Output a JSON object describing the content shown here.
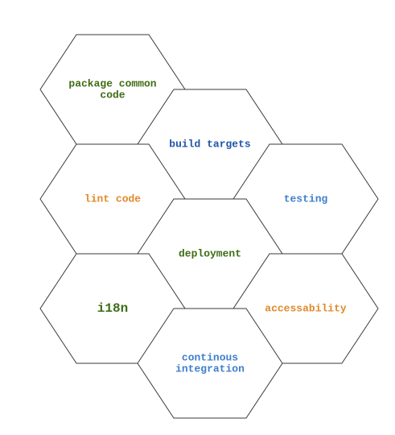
{
  "diagram": {
    "nodes": [
      {
        "id": "package-common-code",
        "lines": [
          "package common",
          "code"
        ],
        "color": "#3f6e14"
      },
      {
        "id": "build-targets",
        "lines": [
          "build targets"
        ],
        "color": "#1f56a8"
      },
      {
        "id": "lint-code",
        "lines": [
          "lint code"
        ],
        "color": "#e08a2c"
      },
      {
        "id": "testing",
        "lines": [
          "testing"
        ],
        "color": "#3f7fcc"
      },
      {
        "id": "deployment",
        "lines": [
          "deployment"
        ],
        "color": "#3f6e14"
      },
      {
        "id": "i18n",
        "lines": [
          "i18n"
        ],
        "color": "#3f6e14"
      },
      {
        "id": "accessability",
        "lines": [
          "accessability"
        ],
        "color": "#e08a2c"
      },
      {
        "id": "continous-integration",
        "lines": [
          "continous",
          "integration"
        ],
        "color": "#3f7fcc"
      }
    ]
  }
}
